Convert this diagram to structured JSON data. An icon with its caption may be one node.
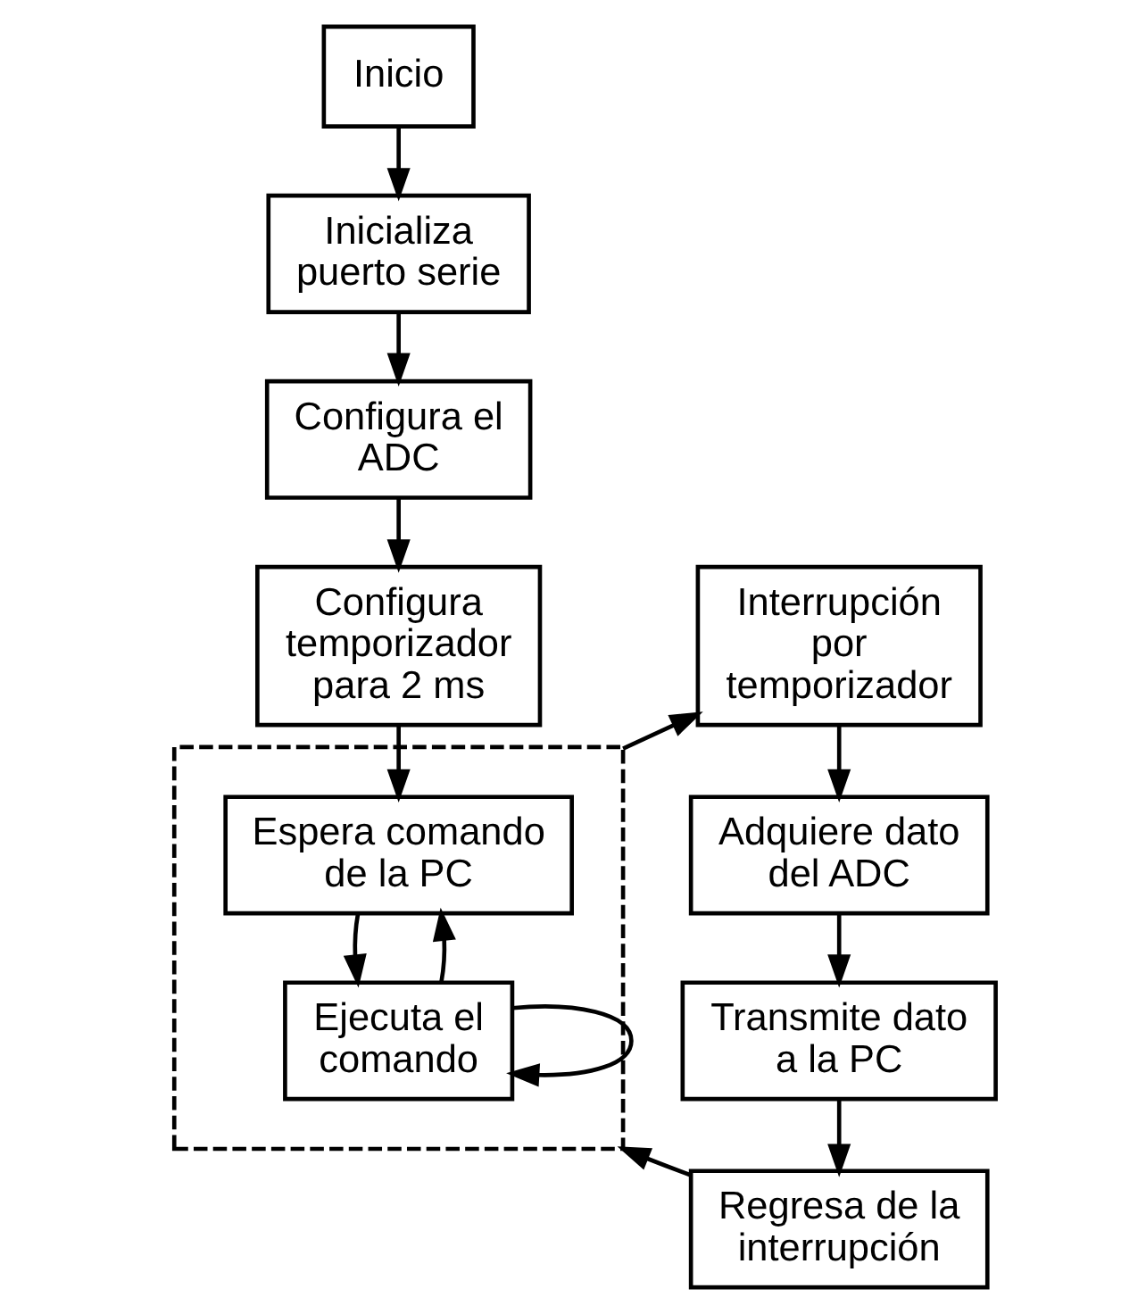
{
  "diagram": {
    "nodes": [
      {
        "text": [
          "Inicio"
        ]
      },
      {
        "text": [
          "Inicializa puerto serie"
        ]
      },
      {
        "text": [
          "Configura el ADC"
        ]
      },
      {
        "text": [
          "Configura temporizador para 2 ms"
        ]
      },
      {
        "text": [],
        "shape": "box"
      },
      {
        "text": [
          "Espera comando de la PC"
        ],
        "in": 4
      },
      {
        "text": [
          "Ejecuta el comando"
        ],
        "in": 4
      },
      {
        "text": [
          "Interrupción por temporizador"
        ]
      },
      {
        "text": [
          "Adquiere dato del ADC"
        ]
      },
      {
        "text": [
          "Transmite dato a la PC"
        ]
      },
      {
        "text": [
          "Regresa de la interrupción"
        ]
      }
    ],
    "edges": [
      {
        "from": 0,
        "to": 1,
        "arrow": "to"
      },
      {
        "from": 1,
        "to": 2,
        "arrow": "to"
      },
      {
        "from": 2,
        "to": 3,
        "arrow": "to"
      },
      {
        "from": 3,
        "to": 5,
        "arrow": "to"
      },
      {
        "from": 5,
        "to": 6,
        "arrow": "to"
      },
      {
        "from": 6,
        "to": 6,
        "arrow": "to"
      },
      {
        "from": 6,
        "to": 5,
        "arrow": "to"
      },
      {
        "from": 4,
        "to": 7,
        "arrow": "to"
      },
      {
        "from": 7,
        "to": 8,
        "arrow": "to"
      },
      {
        "from": 8,
        "to": 9,
        "arrow": "to"
      },
      {
        "from": 9,
        "to": 10,
        "arrow": "to"
      },
      {
        "from": 10,
        "to": 4,
        "arrow": "to"
      }
    ]
  }
}
